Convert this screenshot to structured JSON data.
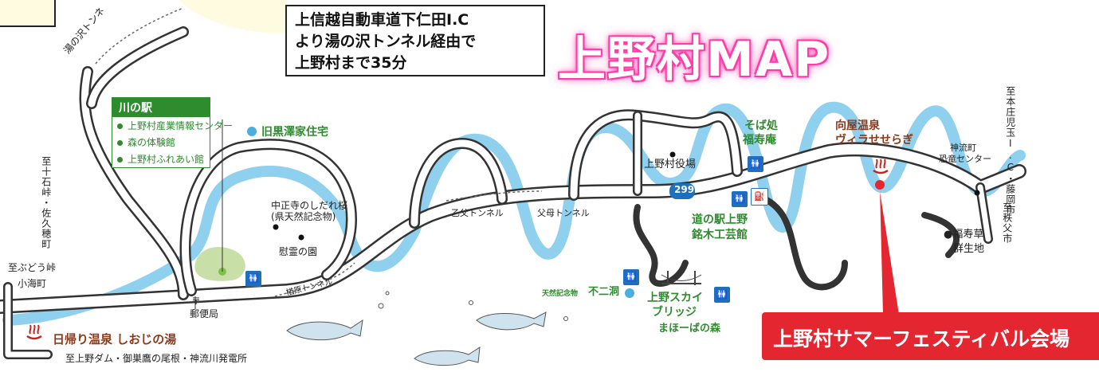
{
  "access_info": {
    "lines": [
      "上信越自動車道下仁田I.C",
      "より湯の沢トンネル経由で",
      "上野村まで35分"
    ]
  },
  "title": "上野村MAP",
  "road_number": "299",
  "kawa_no_eki": {
    "heading": "川の駅",
    "items": [
      "上野村産業情報センター",
      "森の体験館",
      "上野村ふれあい館"
    ]
  },
  "labels": {
    "yunosawa_tunnel": "湯の沢トンネ",
    "kyu_kurosawa": "旧黒澤家住宅",
    "chushoji": "中正寺のしだれ桜",
    "chushoji_sub": "(県天然記念物)",
    "irei": "慰霊の園",
    "narahara_tunnel": "楢原トンネル",
    "otsuchichi_tunnel": "乙父トンネル",
    "chichibu_tunnel": "父母トンネル",
    "yakuba": "上野村役場",
    "soba_1": "そば処",
    "soba_2": "福寿庵",
    "michinoeki_1": "道の駅上野",
    "michinoeki_2": "銘木工芸館",
    "mukaiya_1": "向屋温泉",
    "mukaiya_2": "ヴィラせせらぎ",
    "kannagawa_1": "神流町",
    "kannagawa_2": "恐竜センター",
    "fukujuso_1": "●福寿草",
    "fukujuso_2": "群生地",
    "fujido_prefix": "天然記念物",
    "fujido": "不二洞",
    "skybridge_1": "上野スカイ",
    "skybridge_2": "ブリッジ",
    "mahoba": "まほーばの森",
    "budo_1": "至ぶどう峠",
    "budo_2": "小海町",
    "post_symbol": "〒",
    "post": "郵便局",
    "shiojinoyu": "日帰り温泉 しおじの湯",
    "dam": "至上野ダム・御巣鷹の尾根・神流川発電所",
    "to_jujikoku": "至十石峠・佐久穂町",
    "to_honjo": "至本庄児玉I.C・藤岡市",
    "to_chichibu": "至秩父市"
  },
  "festival_label": "上野村サマーフェスティバル会場",
  "colors": {
    "river": "#8fd0ef",
    "road_fill": "#ffffff",
    "road_edge": "#333333",
    "station_green": "#2e8b2e",
    "title_pink": "#ff3da8",
    "festival_red": "#e3262f",
    "restroom_blue": "#1f6fbf",
    "onsen_red": "#c8201d",
    "brown_label": "#8b3a1a",
    "park_green": "#c9dfa8"
  },
  "icons": [
    "restroom-icon",
    "onsen-icon",
    "gas-station-icon",
    "bridge-icon",
    "fish-icon",
    "post-office-icon"
  ]
}
